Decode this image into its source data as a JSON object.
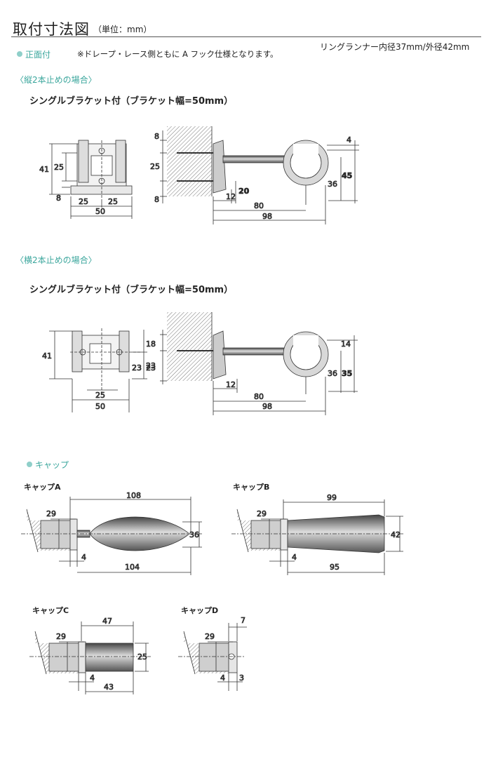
{
  "title": "取付寸法図",
  "title_unit": "（単位：mm）",
  "runner_note": "リングランナー内径37mm/外径42mm",
  "front": {
    "label": "正面付",
    "note": "※ドレープ・レース側ともに A フック仕様となります。"
  },
  "vertical": {
    "heading": "〈縦2本止めの場合〉",
    "subheading": "シングルブラケット付（ブラケット幅=50mm）",
    "front_dims": {
      "d41": "41",
      "d25": "25",
      "d8": "8",
      "d25a": "25",
      "d25b": "25",
      "d50": "50"
    },
    "side_dims": {
      "d8top": "8",
      "d25": "25",
      "d8bot": "8",
      "d4": "4",
      "d45": "45",
      "d36": "36",
      "d12": "12",
      "d20": "20",
      "d80": "80",
      "d98": "98"
    }
  },
  "horizontal": {
    "heading": "〈横2本止めの場合〉",
    "subheading": "シングルブラケット付（ブラケット幅=50mm）",
    "front_dims": {
      "d41": "41",
      "d23a": "23",
      "d23b": "23",
      "d25": "25",
      "d50": "50"
    },
    "side_dims": {
      "d18": "18",
      "d23": "23",
      "d14": "14",
      "d36": "36",
      "d35": "35",
      "d12": "12",
      "d80": "80",
      "d98": "98"
    }
  },
  "caps": {
    "label": "キャップ",
    "a": {
      "label": "キャップA",
      "d108": "108",
      "d29": "29",
      "d36": "36",
      "d4": "4",
      "d104": "104"
    },
    "b": {
      "label": "キャップB",
      "d99": "99",
      "d29": "29",
      "d42": "42",
      "d4": "4",
      "d95": "95"
    },
    "c": {
      "label": "キャップC",
      "d47": "47",
      "d29": "29",
      "d25": "25",
      "d4": "4",
      "d43": "43"
    },
    "d": {
      "label": "キャップD",
      "d7": "7",
      "d29": "29",
      "d4": "4",
      "d3": "3"
    }
  },
  "colors": {
    "accent": "#3aa69c",
    "bullet": "#8fcfc9",
    "fill": "#cfcfcf"
  }
}
